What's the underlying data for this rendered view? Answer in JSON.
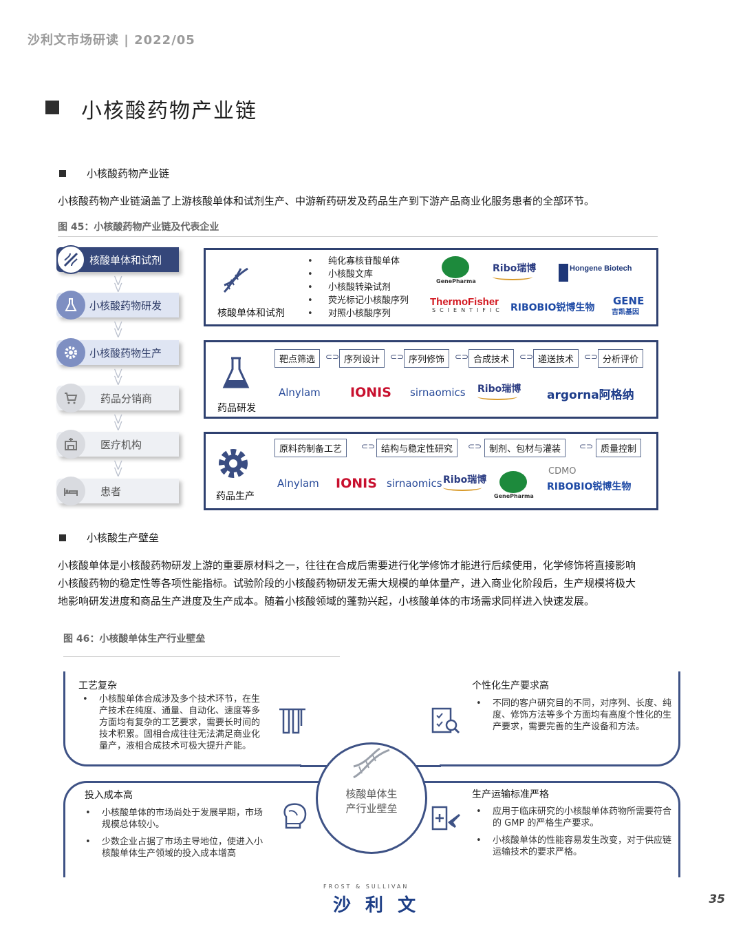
{
  "header": {
    "text": "沙利文市场研读 | 2022/05"
  },
  "page_title": "小核酸药物产业链",
  "section1": {
    "title": "小核酸药物产业链",
    "paragraph": "小核酸药物产业链涵盖了上游核酸单体和试剂生产、中游新药研发及药品生产到下游产品商业化服务患者的全部环节。",
    "figure_caption": "图 45：小核酸药物产业链及代表企业"
  },
  "chain": {
    "steps": [
      "核酸单体和试剂",
      "小核酸药物研发",
      "小核酸药物生产",
      "药品分销商",
      "医疗机构",
      "患者"
    ],
    "box1": {
      "label": "核酸单体和试剂",
      "items": [
        "纯化寡核苷酸单体",
        "小核酸文库",
        "小核酸转染试剂",
        "荧光标记小核酸序列",
        "对照小核酸序列"
      ],
      "logos": [
        "GenePharma",
        "Ribo瑞博",
        "Hongene Biotech",
        "ThermoFisher",
        "SCIENTIFIC",
        "RIBOBIO锐博生物",
        "GENE",
        "吉凯基因"
      ]
    },
    "box2": {
      "label": "药品研发",
      "tags": [
        "靶点筛选",
        "序列设计",
        "序列修饰",
        "合成技术",
        "递送技术",
        "分析评价"
      ],
      "logos": [
        "Alnylam",
        "IONIS",
        "sirnaomics",
        "Ribo瑞博",
        "argorna阿格纳"
      ]
    },
    "box3": {
      "label": "药品生产",
      "tags": [
        "原料药制备工艺",
        "结构与稳定性研究",
        "制剂、包材与灌装",
        "质量控制"
      ],
      "logos": [
        "Alnylam",
        "IONIS",
        "sirnaomics",
        "Ribo瑞博",
        "GenePharma",
        "RIBOBIO锐博生物"
      ],
      "cdmo_label": "CDMO"
    }
  },
  "section2": {
    "title": "小核酸生产壁垒",
    "paragraph_lines": [
      "小核酸单体是小核酸药物研发上游的重要原材料之一，往往在合成后需要进行化学修饰才能进行后续使用，化学修饰将直接影响",
      "小核酸药物的稳定性等各项性能指标。试验阶段的小核酸药物研发无需大规模的单体量产，进入商业化阶段后，生产规模将极大",
      "地影响研发进度和商品生产进度及生产成本。随着小核酸领域的蓬勃兴起，小核酸单体的市场需求同样进入快速发展。"
    ],
    "figure_caption": "图 46：小核酸单体生产行业壁垒"
  },
  "barriers": {
    "center": [
      "核酸单体生",
      "产行业壁垒"
    ],
    "top_left": {
      "title": "工艺复杂",
      "items": [
        "小核酸单体合成涉及多个技术环节，在生产技术在纯度、通量、自动化、速度等多方面均有复杂的工艺要求，需要长时间的技术积累。固相合成往往无法满足商业化量产，液相合成技术可极大提升产能。"
      ]
    },
    "top_right": {
      "title": "个性化生产要求高",
      "items": [
        "不同的客户研究目的不同，对序列、长度、纯度、修饰方法等多个方面均有高度个性化的生产要求，需要完善的生产设备和方法。"
      ]
    },
    "bottom_left": {
      "title": "投入成本高",
      "items": [
        "小核酸单体的市场尚处于发展早期，市场规模总体较小。",
        "少数企业占据了市场主导地位，使进入小核酸单体生产领域的投入成本增高"
      ]
    },
    "bottom_right": {
      "title": "生产运输标准严格",
      "items": [
        "应用于临床研究的小核酸单体药物所需要符合的 GMP 的严格生产要求。",
        "小核酸单体的性能容易发生改变，对于供应链运输技术的要求严格。"
      ]
    }
  },
  "footer": {
    "brand_en": "FROST & SULLIVAN",
    "brand_cn": "沙 利 文",
    "page_number": "35"
  }
}
